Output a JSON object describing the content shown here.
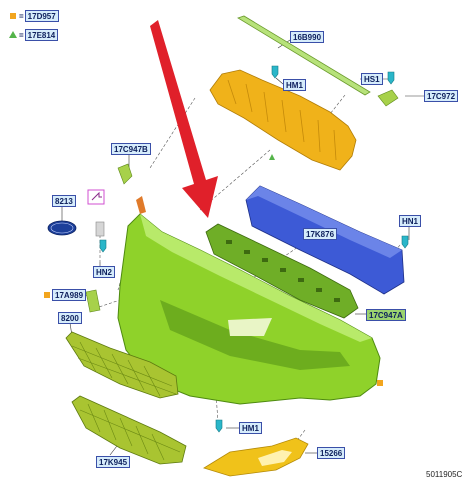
{
  "legend": {
    "items": [
      {
        "marker": "square",
        "prefix": "=",
        "code": "17D957"
      },
      {
        "marker": "triangle",
        "prefix": "=",
        "code": "17E814"
      }
    ]
  },
  "callouts": {
    "c16b990": "16B990",
    "hm1_top": "HM1",
    "hs1": "HS1",
    "c17c972": "17C972",
    "c17c947b": "17C947B",
    "c8213": "8213",
    "hn1": "HN1",
    "c17k876": "17K876",
    "hn2": "HN2",
    "c17a989": "17A989",
    "c17c947a": "17C947A",
    "c8200": "8200",
    "hm1_bottom": "HM1",
    "c17k945": "17K945",
    "c15266": "15266"
  },
  "document_id": "5011905C",
  "colors": {
    "callout_fill": "#d6ecfb",
    "callout_fill_green": "#9bd36f",
    "arrow": "#e0202a",
    "bumper": "#8fd22a",
    "yellow_parts": "#f0b21a",
    "reinforcement": "#3d5ad6"
  }
}
